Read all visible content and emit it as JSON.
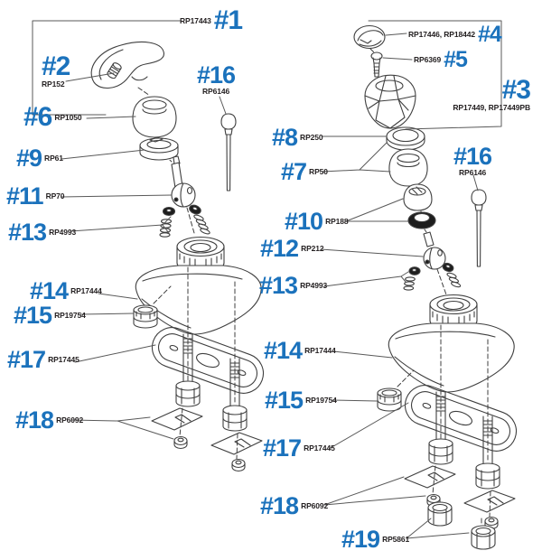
{
  "colors": {
    "accent": "#1b72bc",
    "ink": "#3f3f3f",
    "leader": "#595959",
    "text": "#231f20",
    "background": "#ffffff"
  },
  "left": {
    "callouts": [
      {
        "num": "#1",
        "part": "RP17443"
      },
      {
        "num": "#2",
        "part": "RP152"
      },
      {
        "num": "#6",
        "part": "RP1050"
      },
      {
        "num": "#16",
        "part": "RP6146"
      },
      {
        "num": "#9",
        "part": "RP61"
      },
      {
        "num": "#11",
        "part": "RP70"
      },
      {
        "num": "#13",
        "part": "RP4993"
      },
      {
        "num": "#14",
        "part": "RP17444"
      },
      {
        "num": "#15",
        "part": "RP19754"
      },
      {
        "num": "#17",
        "part": "RP17445"
      },
      {
        "num": "#18",
        "part": "RP6092"
      }
    ]
  },
  "right": {
    "callouts": [
      {
        "num": "#4",
        "part": "RP17446, RP18442"
      },
      {
        "num": "#5",
        "part": "RP6369"
      },
      {
        "num": "#3",
        "part": "RP17449, RP17449PB"
      },
      {
        "num": "#8",
        "part": "RP250"
      },
      {
        "num": "#7",
        "part": "RP50"
      },
      {
        "num": "#16",
        "part": "RP6146"
      },
      {
        "num": "#10",
        "part": "RP188"
      },
      {
        "num": "#12",
        "part": "RP212"
      },
      {
        "num": "#13",
        "part": "RP4993"
      },
      {
        "num": "#14",
        "part": "RP17444"
      },
      {
        "num": "#15",
        "part": "RP19754"
      },
      {
        "num": "#17",
        "part": "RP17445"
      },
      {
        "num": "#18",
        "part": "RP6092"
      },
      {
        "num": "#19",
        "part": "RP5861"
      }
    ]
  }
}
